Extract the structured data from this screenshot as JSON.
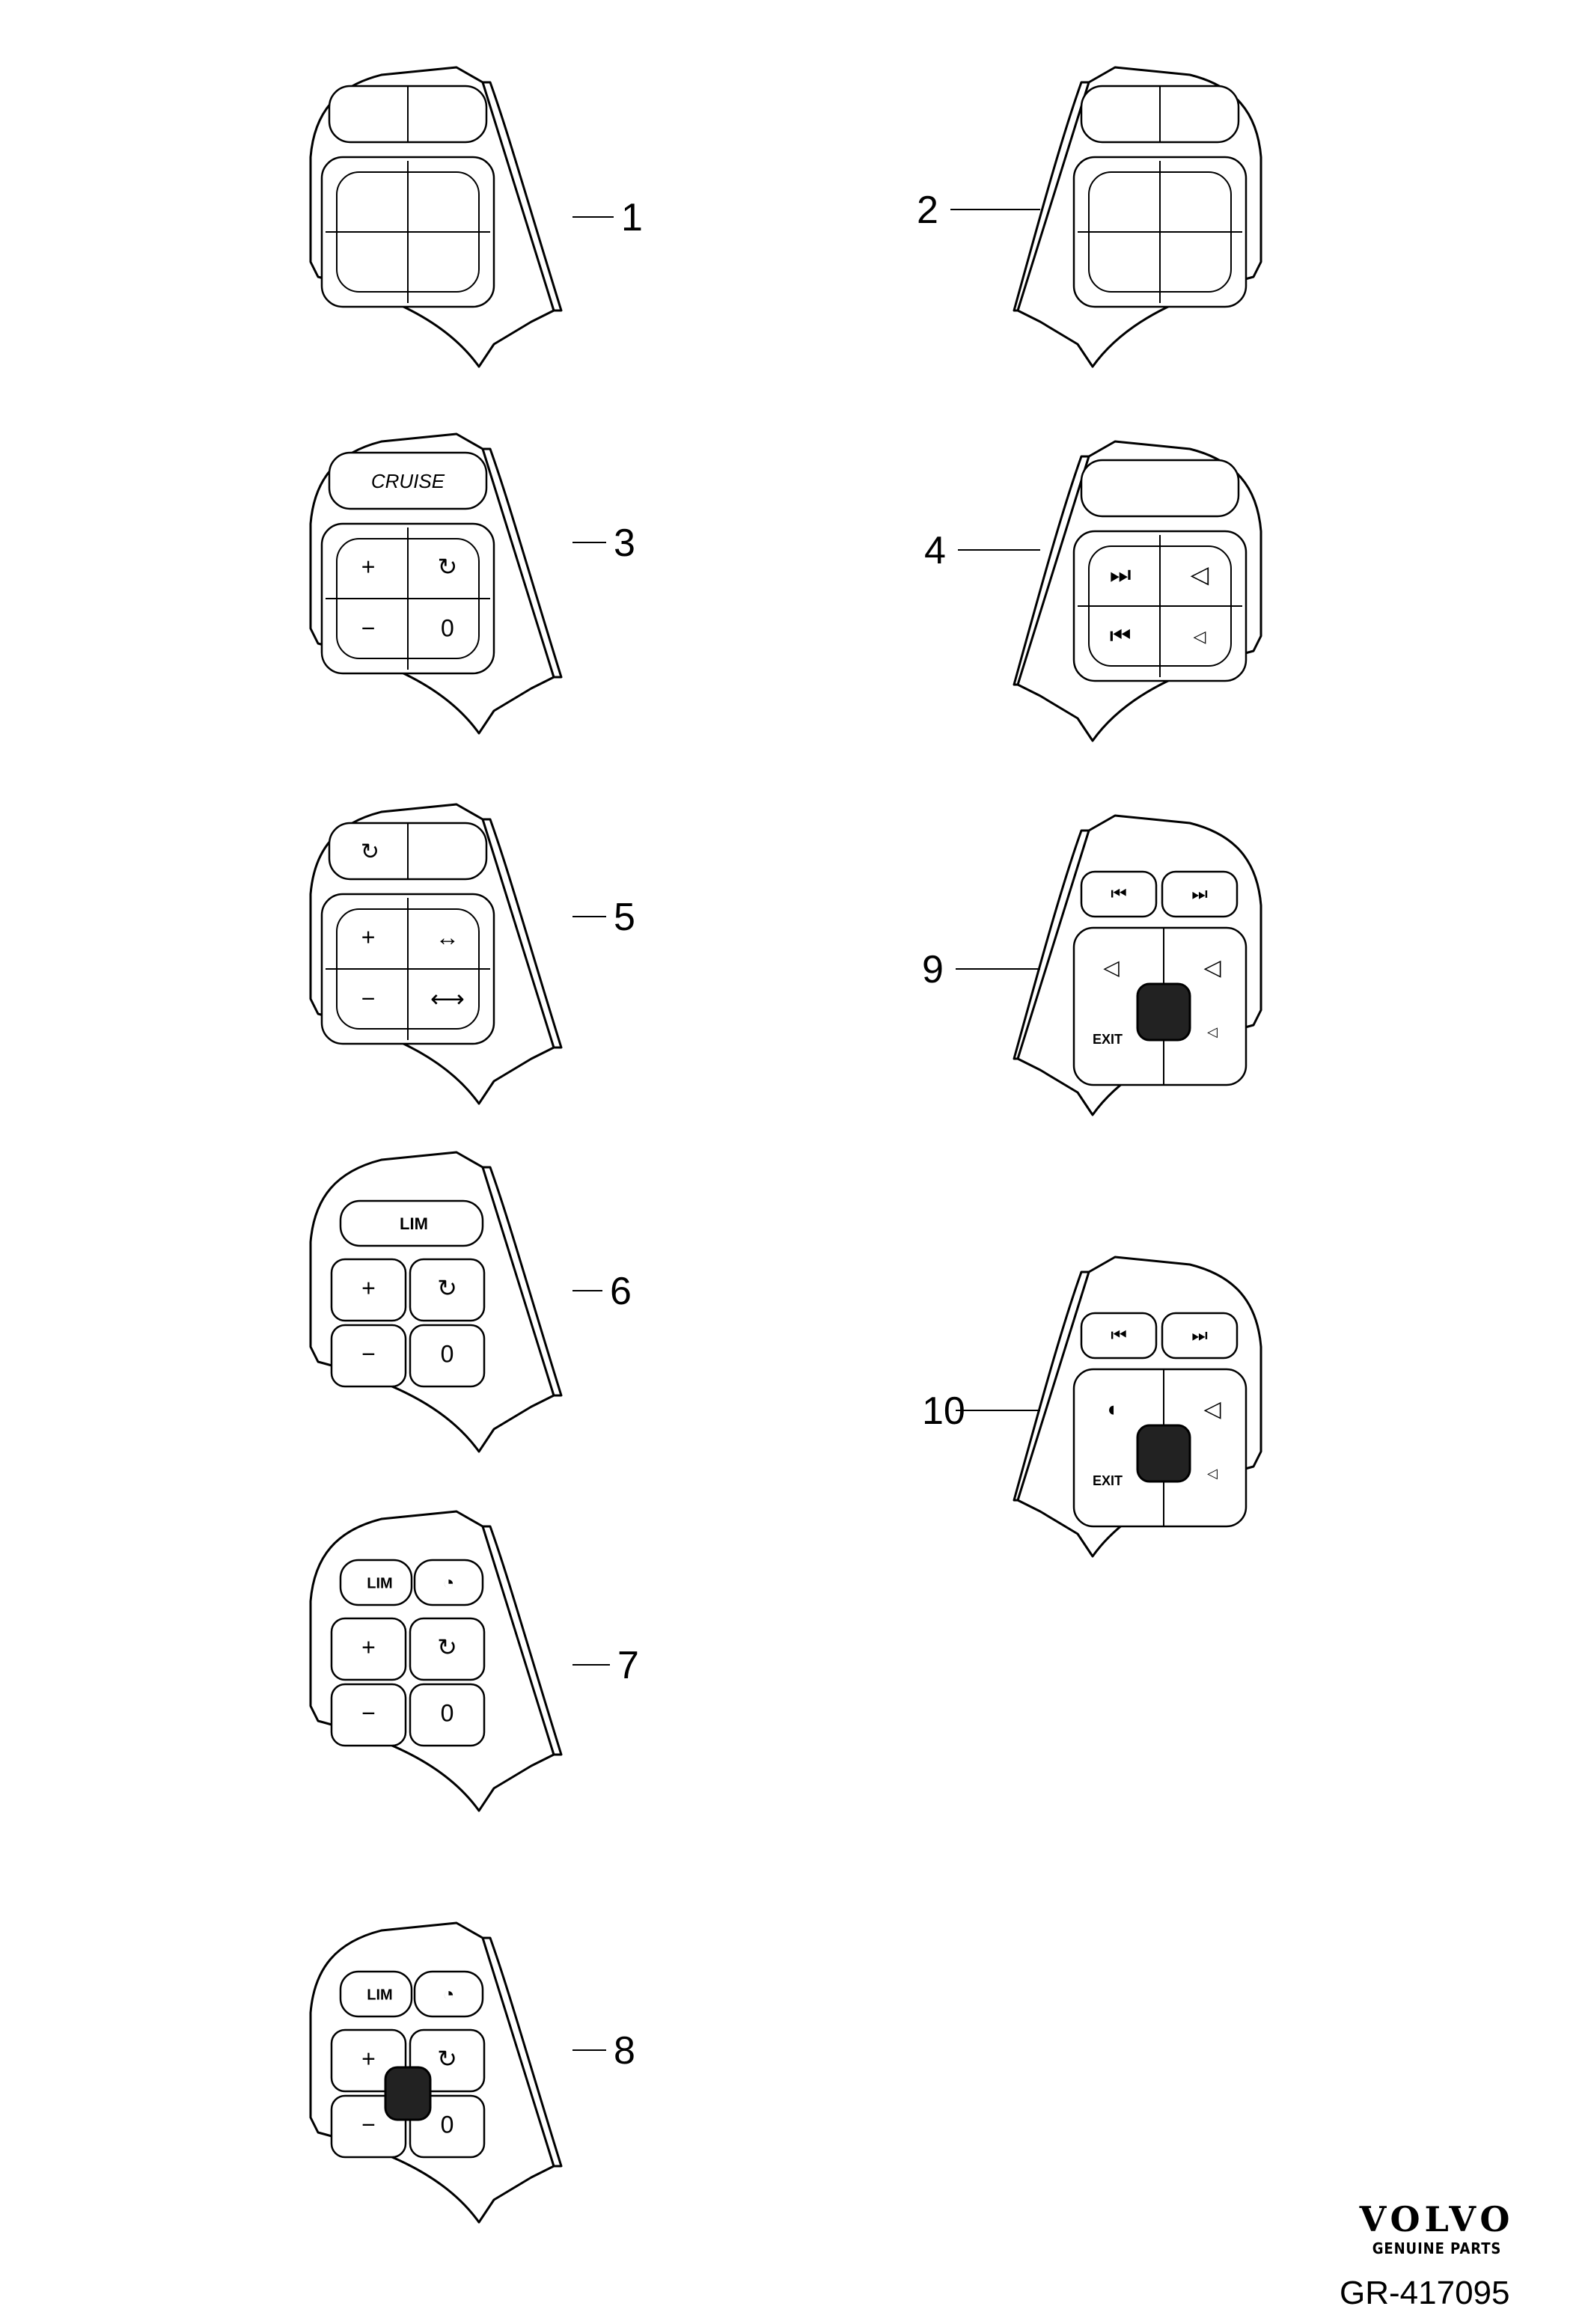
{
  "parts": [
    {
      "id": "part-1",
      "callout": "1",
      "side": "left",
      "type": "blank4",
      "labels": []
    },
    {
      "id": "part-2",
      "callout": "2",
      "side": "right",
      "type": "blank4",
      "labels": []
    },
    {
      "id": "part-3",
      "callout": "3",
      "side": "left",
      "type": "cruise",
      "top_label": "CRUISE",
      "labels": [
        "+",
        "↻",
        "−",
        "0"
      ]
    },
    {
      "id": "part-4",
      "callout": "4",
      "side": "right",
      "type": "media4",
      "labels": [
        "⏭",
        "◁",
        "⏮",
        "◁"
      ]
    },
    {
      "id": "part-5",
      "callout": "5",
      "side": "left",
      "type": "acc",
      "labels": [
        "+",
        "↔",
        "−",
        "⟷"
      ]
    },
    {
      "id": "part-6",
      "callout": "6",
      "side": "left",
      "type": "lim4",
      "top_label": "LIM",
      "labels": [
        "+",
        "↻",
        "−",
        "0"
      ]
    },
    {
      "id": "part-7",
      "callout": "7",
      "side": "left",
      "type": "lim-acc4",
      "top_label": "LIM",
      "labels": [
        "+",
        "↻",
        "−",
        "0"
      ]
    },
    {
      "id": "part-8",
      "callout": "8",
      "side": "left",
      "type": "lim-acc-wheel",
      "top_label": "LIM",
      "labels": [
        "+",
        "↻",
        "−",
        "0"
      ]
    },
    {
      "id": "part-9",
      "callout": "9",
      "side": "right",
      "type": "media-wheel",
      "exit_label": "EXIT",
      "labels": [
        "⏮",
        "⏭"
      ]
    },
    {
      "id": "part-10",
      "callout": "10",
      "side": "right",
      "type": "phone-wheel",
      "exit_label": "EXIT",
      "labels": [
        "⏮",
        "⏭"
      ]
    }
  ],
  "brand": {
    "name": "VOLVO",
    "tagline": "GENUINE PARTS",
    "color": "#000000"
  },
  "reference": "GR-417095"
}
